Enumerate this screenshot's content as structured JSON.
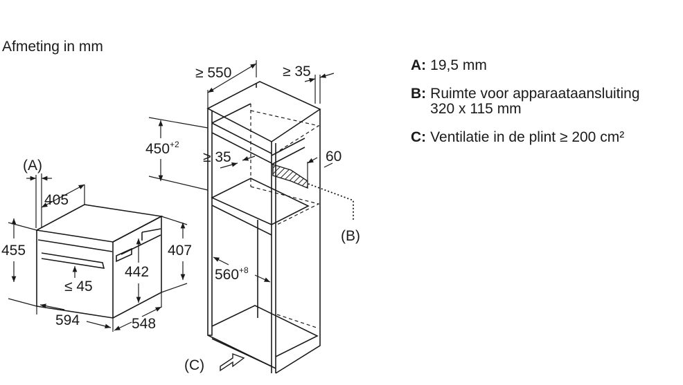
{
  "caption": "Afmeting in mm",
  "legend": [
    {
      "key": "A:",
      "text": "19,5 mm"
    },
    {
      "key": "B:",
      "text": "Ruimte voor apparaataansluiting\n320 x 115 mm"
    },
    {
      "key": "C:",
      "text": "Ventilatie in de plint ≥ 200 cm²"
    }
  ],
  "appliance_dims": {
    "a_label": "(A)",
    "depth_top": "405",
    "height_total": "455",
    "height_inner": "442",
    "height_right": "407",
    "handle_gap": "≤ 45",
    "width": "594",
    "depth": "548"
  },
  "cabinet_dims": {
    "depth_min": "≥ 550",
    "side_gap": "≥ 35",
    "niche_height": "450",
    "niche_height_tol": "+2",
    "rear_gap": "≥ 35",
    "conn_depth": "60",
    "niche_width": "560",
    "niche_width_tol": "+8",
    "b_label": "(B)",
    "c_label": "(C)"
  }
}
